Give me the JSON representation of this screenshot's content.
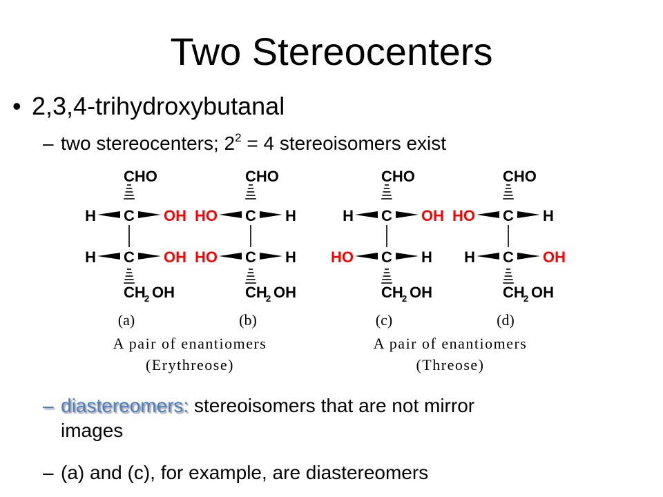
{
  "slide": {
    "title": "Two Stereocenters",
    "bullet": "2,3,4-trihydroxybutanal",
    "sub1": {
      "pre": "two stereocenters; 2",
      "sup": "2",
      "post": " = 4 stereoisomers exist"
    },
    "sub2": {
      "term": "diastereomers:",
      "line1_rest": " stereoisomers that are not mirror",
      "line2": "images"
    },
    "sub3": "(a) and (c), for example, are diastereomers"
  },
  "figure": {
    "atoms": {
      "cho": "CHO",
      "c": "C",
      "h": "H",
      "oh": "OH",
      "ho": "HO",
      "ch": "CH",
      "sub2": "2",
      "oh_tail": "OH"
    },
    "labels": [
      "(a)",
      "(b)",
      "(c)",
      "(d)"
    ],
    "captions": [
      {
        "line1": "A pair of enantiomers",
        "line2": "(Erythreose)"
      },
      {
        "line1": "A pair of enantiomers",
        "line2": "(Threose)"
      }
    ],
    "colors": {
      "red": "#ff0000",
      "black": "#000000"
    },
    "molecules": [
      {
        "row1_left": "H",
        "row1_right": "OH",
        "row2_left": "H",
        "row2_right": "OH"
      },
      {
        "row1_left": "HO",
        "row1_right": "H",
        "row2_left": "HO",
        "row2_right": "H"
      },
      {
        "row1_left": "H",
        "row1_right": "OH",
        "row2_left": "HO",
        "row2_right": "H"
      },
      {
        "row1_left": "HO",
        "row1_right": "H",
        "row2_left": "H",
        "row2_right": "OH"
      }
    ]
  }
}
